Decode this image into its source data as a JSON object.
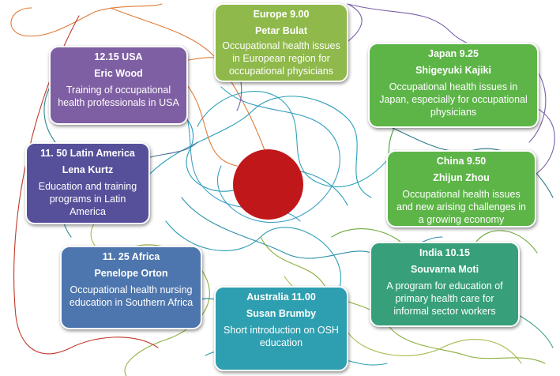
{
  "colors": {
    "europe": "#8fb94a",
    "usa": "#7f5fa3",
    "latin_america": "#56509b",
    "japan": "#5db548",
    "china": "#5db548",
    "africa": "#4e76ae",
    "india": "#37a07a",
    "australia": "#2e9fb0",
    "center": "#c0171b"
  },
  "sessions": {
    "europe": {
      "time_region": "Europe 9.00",
      "speaker": "Petar Bulat",
      "topic": "Occupational health issues in European region for occupational physicians"
    },
    "usa": {
      "time_region": "12.15 USA",
      "speaker": "Eric Wood",
      "topic": "Training of  occupational health professionals  in USA"
    },
    "japan": {
      "time_region": "Japan 9.25",
      "speaker": "Shigeyuki Kajiki",
      "topic": "Occupational health issues in Japan, especially for occupational physicians"
    },
    "latin_america": {
      "time_region": "11. 50 Latin America",
      "speaker": "Lena Kurtz",
      "topic": "Education and training programs in Latin America"
    },
    "china": {
      "time_region": "China 9.50",
      "speaker": "Zhijun Zhou",
      "topic": "Occupational health issues and new arising challenges in  a growing economy"
    },
    "africa": {
      "time_region": "11. 25 Africa",
      "speaker": "Penelope Orton",
      "topic": "Occupational health nursing  education in Southern Africa"
    },
    "india": {
      "time_region": "India 10.15",
      "speaker": "Souvarna Moti",
      "topic": "A program for education of primary health care for informal sector workers"
    },
    "australia": {
      "time_region": "Australia 11.00",
      "speaker": "Susan Brumby",
      "topic": "Short introduction on OSH education"
    }
  }
}
